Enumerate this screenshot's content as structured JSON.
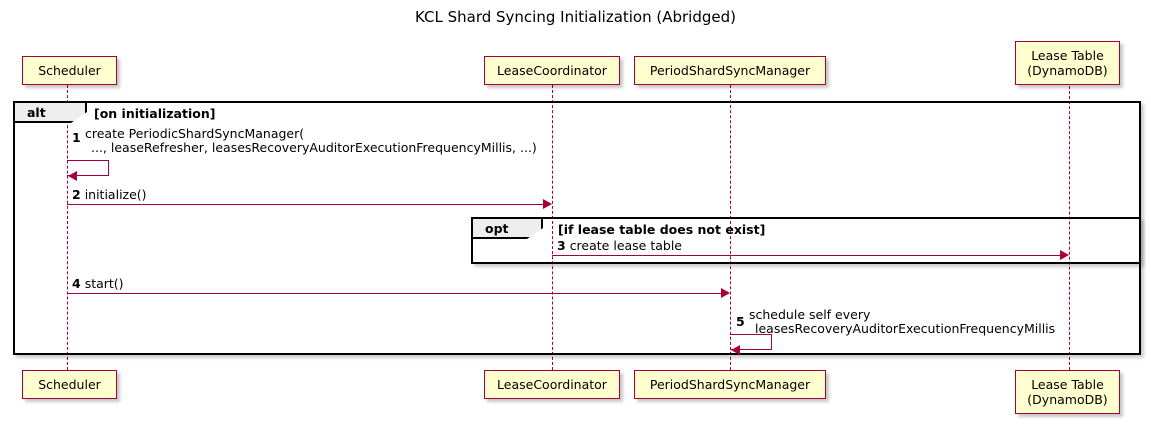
{
  "diagram": {
    "title": "KCL Shard Syncing Initialization (Abridged)",
    "type": "uml-sequence-diagram",
    "colors": {
      "participant_fill": "#FEFECE",
      "participant_border": "#A80036",
      "lifeline": "#A80036",
      "arrow": "#A80036",
      "frame_border": "#000000",
      "frame_label_fill": "#EEEEEE",
      "text": "#000000",
      "background": "#FFFFFF"
    }
  },
  "participants": [
    {
      "id": "scheduler",
      "name": "Scheduler",
      "line2": ""
    },
    {
      "id": "lease_coord",
      "name": "LeaseCoordinator",
      "line2": ""
    },
    {
      "id": "pssm",
      "name": "PeriodShardSyncManager",
      "line2": ""
    },
    {
      "id": "lease_table",
      "name": "Lease Table",
      "line2": "(DynamoDB)"
    }
  ],
  "fragments": [
    {
      "id": "alt",
      "operator": "alt",
      "condition": "[on initialization]"
    },
    {
      "id": "opt",
      "operator": "opt",
      "condition": "[if lease table does not exist]"
    }
  ],
  "messages": [
    {
      "number": "1",
      "from": "scheduler",
      "to": "scheduler",
      "self": true,
      "line1": "create PeriodicShardSyncManager(",
      "line2": "..., leaseRefresher, leasesRecoveryAuditorExecutionFrequencyMillis, ...)"
    },
    {
      "number": "2",
      "from": "scheduler",
      "to": "lease_coord",
      "self": false,
      "line1": "initialize()",
      "line2": ""
    },
    {
      "number": "3",
      "from": "lease_coord",
      "to": "lease_table",
      "self": false,
      "line1": "create lease table",
      "line2": ""
    },
    {
      "number": "4",
      "from": "scheduler",
      "to": "pssm",
      "self": false,
      "line1": "start()",
      "line2": ""
    },
    {
      "number": "5",
      "from": "pssm",
      "to": "pssm",
      "self": true,
      "line1": "schedule self every",
      "line2": "leasesRecoveryAuditorExecutionFrequencyMillis"
    }
  ]
}
